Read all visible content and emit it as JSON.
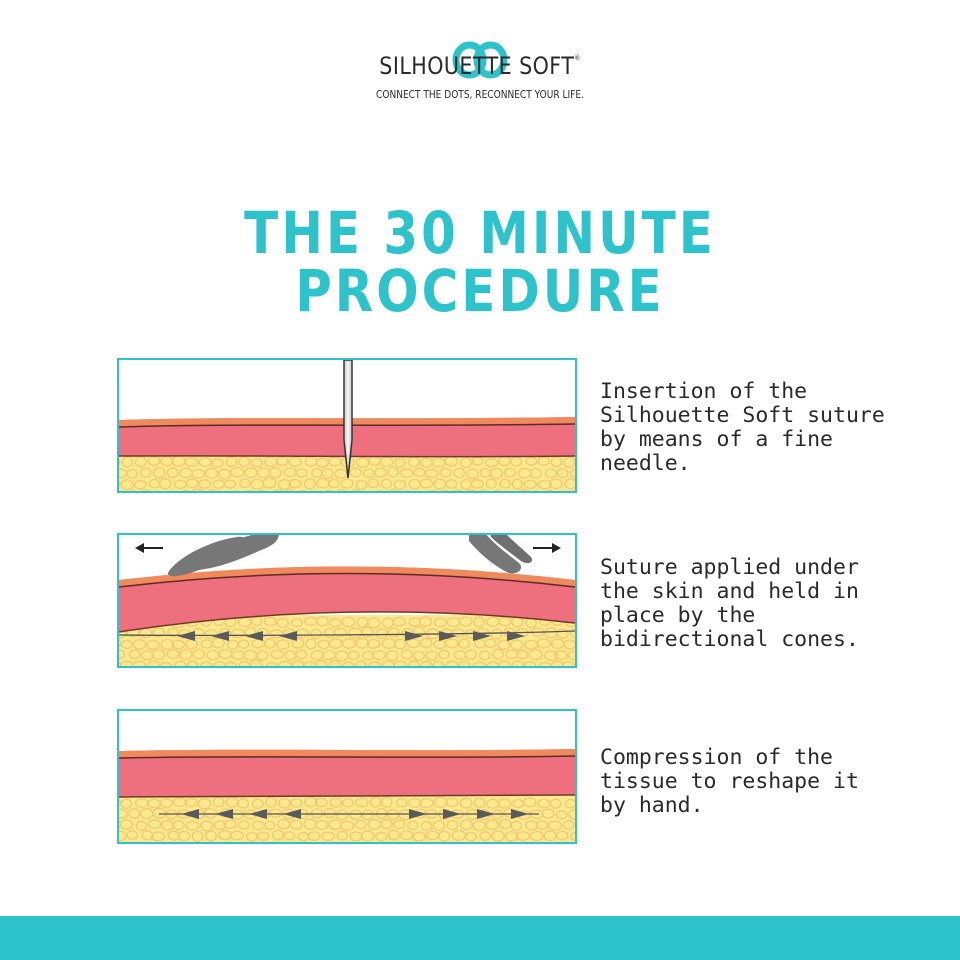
{
  "brand": {
    "name": "SILHOUETTE SOFT",
    "registered_mark": "®",
    "tagline": "CONNECT THE DOTS, RECONNECT YOUR LIFE.",
    "accent_color": "#2ec3ca"
  },
  "title": "THE 30 MINUTE PROCEDURE",
  "steps": [
    {
      "text": "Insertion of the\nSilhouette Soft suture\nby means of a fine\nneedle.",
      "illustration": "needle-insertion"
    },
    {
      "text": "Suture applied under\nthe skin and held in\nplace by the\nbidirectional cones.",
      "illustration": "suture-with-cones-lifted"
    },
    {
      "text": "Compression of the\ntissue to reshape it\nby hand.",
      "illustration": "suture-compressed"
    }
  ],
  "colors": {
    "skin": "#ee6f7d",
    "skin_top": "#f08a5c",
    "fat": "#fbe98c",
    "fat_cells": "#f4c676",
    "finger": "#777777",
    "suture": "#555555"
  }
}
